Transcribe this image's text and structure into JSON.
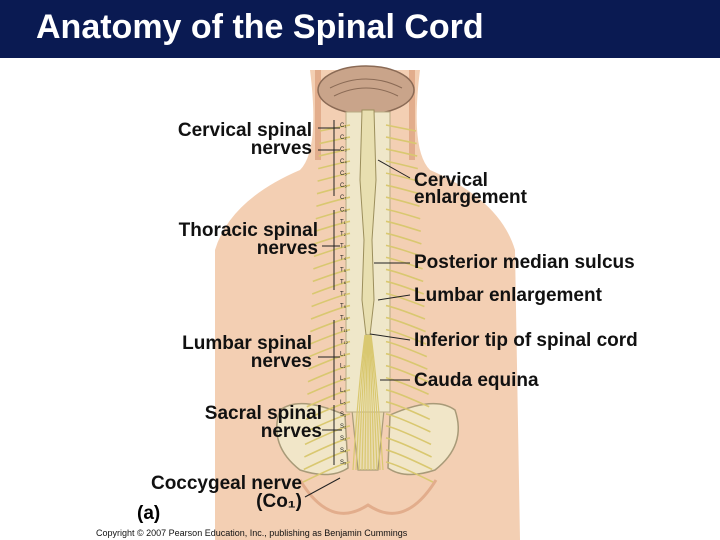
{
  "title": "Anatomy of the Spinal Cord",
  "labels_left": {
    "cervical_1": "Cervical spinal",
    "cervical_2": "nerves",
    "thoracic_1": "Thoracic spinal",
    "thoracic_2": "nerves",
    "lumbar_1": "Lumbar spinal",
    "lumbar_2": "nerves",
    "sacral_1": "Sacral spinal",
    "sacral_2": "nerves",
    "coccygeal_1": "Coccygeal nerve",
    "coccygeal_2": "(Co₁)"
  },
  "labels_right": {
    "cervical_enlargement_1": "Cervical",
    "cervical_enlargement_2": "enlargement",
    "posterior_median_sulcus": "Posterior median sulcus",
    "lumbar_enlargement": "Lumbar enlargement",
    "inferior_tip": "Inferior tip of spinal cord",
    "cauda_equina": "Cauda equina"
  },
  "vertebra_labels": [
    "C₁",
    "C₂",
    "C₃",
    "C₄",
    "C₅",
    "C₆",
    "C₇",
    "C₈",
    "T₁",
    "T₂",
    "T₃",
    "T₄",
    "T₅",
    "T₆",
    "T₇",
    "T₉",
    "T₁₀",
    "T₁₁",
    "T₁₂",
    "L₁",
    "L₂",
    "L₃",
    "L₄",
    "L₅",
    "S₁",
    "S₂",
    "S₃",
    "S₄",
    "S₅"
  ],
  "part_label": "(a)",
  "credit": "Copyright © 2007 Pearson Education, Inc., publishing as Benjamin Cummings",
  "colors": {
    "title_bar": "#0a1a52",
    "skin": "#f3cfb3",
    "skin_shadow": "#e2ad8c",
    "nerve": "#d9c870",
    "cord": "#e8dfb0",
    "bone": "#f1e6c8"
  }
}
